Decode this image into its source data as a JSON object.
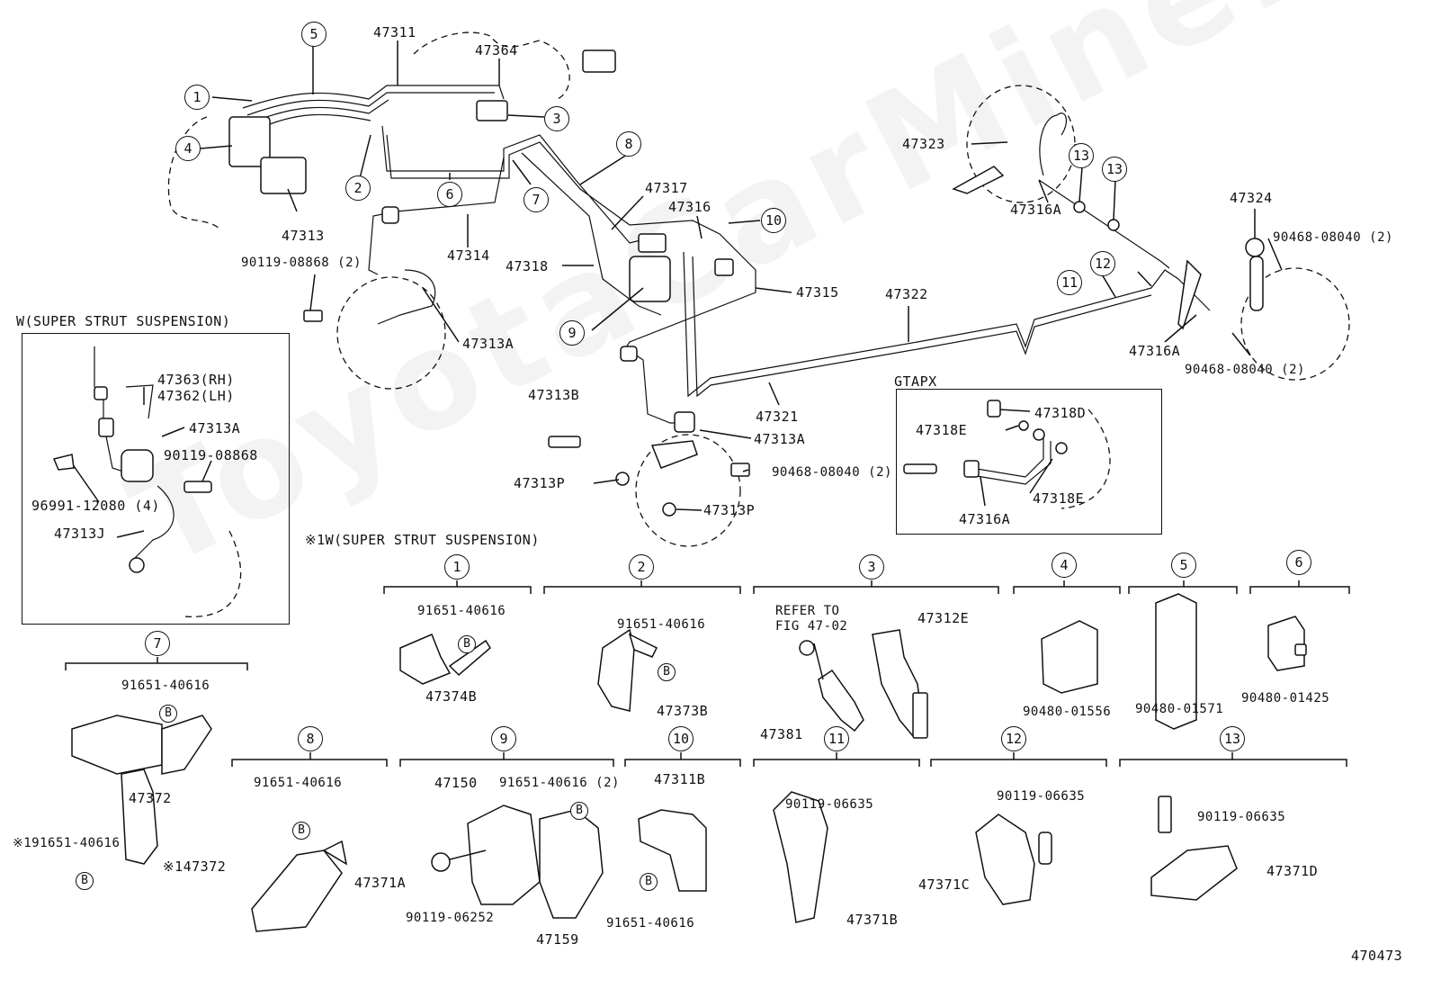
{
  "watermark": "ToyotaCarMine.ru",
  "figure_number": "470473",
  "boxes": {
    "w_super_strut": "W(SUPER STRUT SUSPENSION)",
    "note_1w": "※1W(SUPER STRUT SUSPENSION)",
    "gtapx": "GTAPX"
  },
  "main_labels": {
    "p47311": "47311",
    "p47364": "47364",
    "p47313": "47313",
    "p47314": "47314",
    "p47318": "47318",
    "p47317": "47317",
    "p47316": "47316",
    "p47315": "47315",
    "p47322": "47322",
    "p47321": "47321",
    "p47313A_main": "47313A",
    "p47313A_right": "47313A",
    "p47313B": "47313B",
    "p47313P_a": "47313P",
    "p47313P_b": "47313P",
    "p90468_a": "90468-08040 (2)",
    "p90119_08868_2": "90119-08868 (2)",
    "p47323": "47323",
    "p47316A_top": "47316A",
    "p47324": "47324",
    "p90468_b": "90468-08040 (2)",
    "p47316A_right": "47316A",
    "p90468_c": "90468-08040 (2)"
  },
  "w_box_labels": {
    "p47363": "47363(RH)",
    "p47362": "47362(LH)",
    "p47313A": "47313A",
    "p90119_08868": "90119-08868",
    "p96991": "96991-12080 (4)",
    "p47313J": "47313J"
  },
  "gtapx_labels": {
    "p47318D": "47318D",
    "p47318E_a": "47318E",
    "p47318E_b": "47318E",
    "p47316A": "47316A"
  },
  "callouts": [
    "1",
    "2",
    "3",
    "4",
    "5",
    "6",
    "7",
    "8",
    "9",
    "10",
    "11",
    "12",
    "13"
  ],
  "bolt_marker": "B",
  "detail_labels": {
    "d1_bolt": "91651-40616",
    "d1_part": "47374B",
    "d2_bolt": "91651-40616",
    "d2_part": "47373B",
    "d3_refer": "REFER TO",
    "d3_fig": "FIG 47-02",
    "d3_part_a": "47312E",
    "d3_part_b": "47381",
    "d4_part": "90480-01556",
    "d5_part": "90480-01571",
    "d6_part": "90480-01425",
    "d7_bolt": "91651-40616",
    "d7_part": "47372",
    "d8_bolt": "91651-40616",
    "d8_part": "47371A",
    "d9_part_a": "47150",
    "d9_bolt": "91651-40616 (2)",
    "d9_screw": "90119-06252",
    "d9_part_b": "47159",
    "d10_part": "47311B",
    "d10_bolt": "91651-40616",
    "d11_bolt": "90119-06635",
    "d11_part": "47371B",
    "d12_bolt": "90119-06635",
    "d12_part": "47371C",
    "d13_bolt": "90119-06635",
    "d13_part": "47371D",
    "note_bolt": "※191651-40616",
    "note_part": "※147372"
  }
}
